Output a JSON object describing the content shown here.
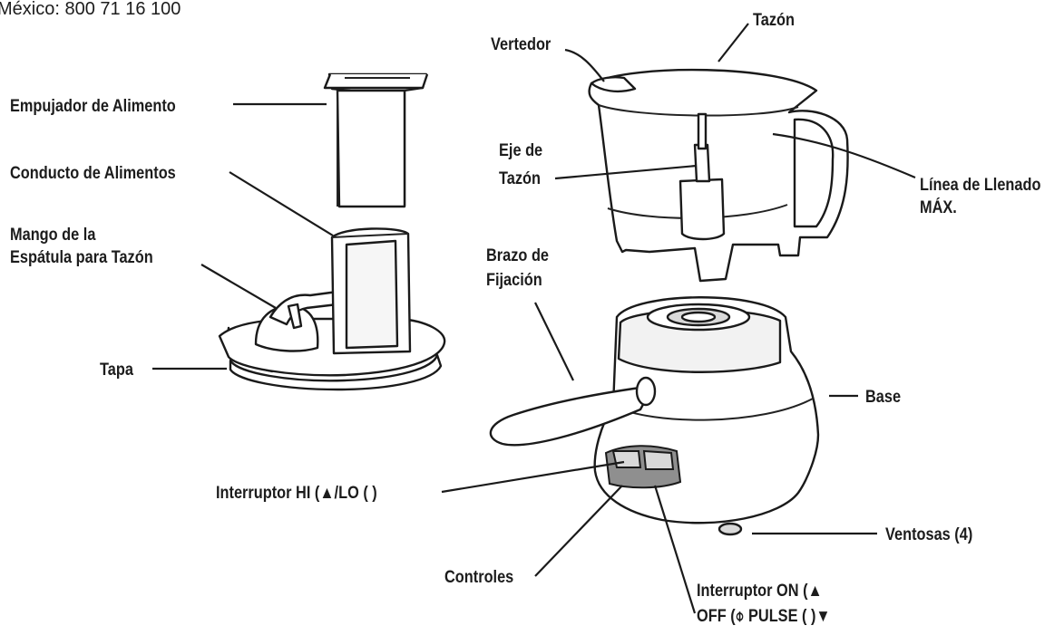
{
  "header": {
    "phone_line": "México: 800 71 16 100"
  },
  "labels": {
    "tazon": "Tazón",
    "vertedor": "Vertedor",
    "empujador": "Empujador de Alimento",
    "conducto": "Conducto de Alimentos",
    "eje_line1": "Eje de",
    "eje_line2": "Tazón",
    "linea_line1": "Línea de Llenado",
    "linea_line2": "MÁX.",
    "mango_line1": "Mango de la",
    "mango_line2": "Espátula para Tazón",
    "brazo_line1": "Brazo de",
    "brazo_line2": "Fijación",
    "tapa": "Tapa",
    "base": "Base",
    "interruptor_hilo": "Interruptor HI (▲/LO ( )",
    "ventosas": "Ventosas (4)",
    "controles": "Controles",
    "onoff_line1": "Interruptor ON (▲",
    "onoff_line2": "OFF (⌽ PULSE ( )▼"
  }
}
